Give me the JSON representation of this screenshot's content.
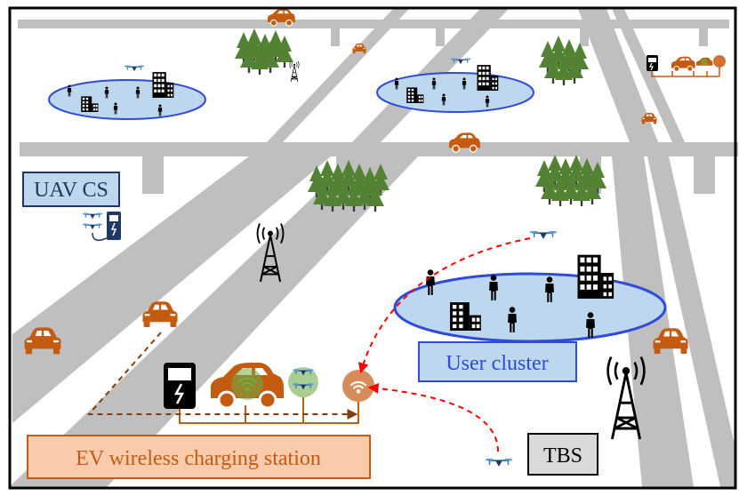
{
  "labels": {
    "uav_cs": "UAV CS",
    "user_cluster": "User cluster",
    "tbs": "TBS",
    "ev_station": "EV wireless charging station"
  },
  "colors": {
    "road": "#bfbfbf",
    "ev_orange": "#c55a11",
    "ev_box_fill": "#f8cbad",
    "ev_box_text": "#c55a11",
    "cluster_fill": "#bdd7ee",
    "cluster_stroke": "#2f4bd8",
    "uav_box_fill": "#bdd7ee",
    "tbs_box_fill": "#d9d9d9",
    "tree": "#548235",
    "dashed_red": "#ff0000",
    "dashed_brown": "#843c0c",
    "signal_green": "#70ad47"
  },
  "icons": {
    "tower": "antenna-tower-icon",
    "drone": "drone-icon",
    "car": "ev-car-icon",
    "person": "person-icon",
    "building": "building-icon",
    "trees": "tree-cluster-icon",
    "charger": "charging-pile-icon",
    "wireless_pad": "wireless-charging-pad-icon"
  }
}
